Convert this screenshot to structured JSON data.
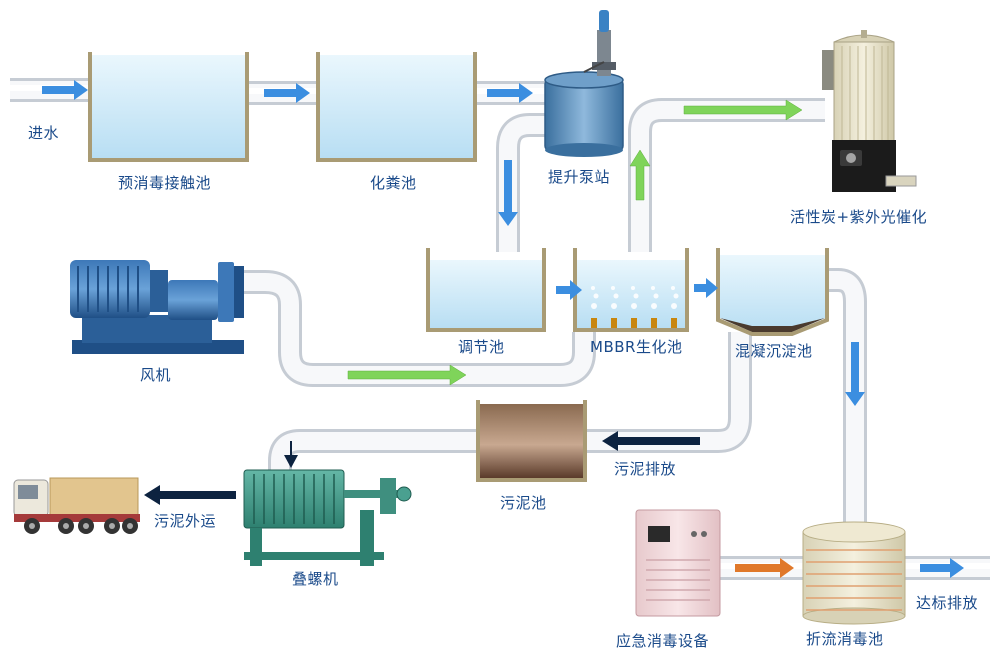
{
  "labels": {
    "inlet": "进水",
    "pre_disinfection_tank": "预消毒接触池",
    "septic_tank": "化粪池",
    "lift_pump_station": "提升泵站",
    "carbon_uv": "活性炭+紫外光催化",
    "blower": "风机",
    "equalization_tank": "调节池",
    "mbbr_tank": "MBBR生化池",
    "coag_sed_tank": "混凝沉淀池",
    "sludge_discharge": "污泥排放",
    "sludge_tank": "污泥池",
    "screw_press": "叠螺机",
    "sludge_transport": "污泥外运",
    "emergency_disinfection": "应急消毒设备",
    "baffled_disinfection_tank": "折流消毒池",
    "compliant_discharge": "达标排放"
  },
  "colors": {
    "pipe": "#f2f4f7",
    "pipe_edge": "#c9ced6",
    "water": "#d2ecf8",
    "tank_wall": "#a89a72",
    "arrow_blue": "#3b8ee0",
    "arrow_green": "#7fd45a",
    "arrow_dark": "#0d2340",
    "arrow_orange": "#e0782a",
    "label": "#1a4a8a",
    "sludge": "#6b4c38"
  }
}
